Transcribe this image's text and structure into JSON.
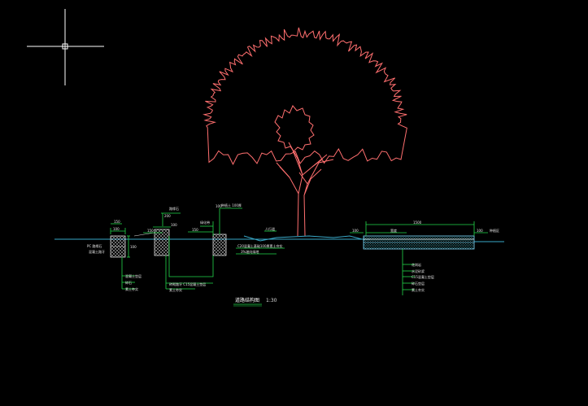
{
  "drawing": {
    "title": "道路结构图",
    "scale": "1:30"
  },
  "colors": {
    "background": "#000000",
    "crosshair": "#ffffff",
    "tree": "#ff6f6f",
    "ground_line": "#39a8c8",
    "dimension": "#22d84a",
    "leader": "#22d84a",
    "hatch_blue": "#41c9d6",
    "hatch_white": "#d9d9d9",
    "paving": "#7fdcff"
  },
  "cursor": {
    "icon": "crosshair-cursor-icon"
  },
  "dimensions": {
    "curb_left_top": "150",
    "curb_left_width": "100",
    "curb_left_height": "100",
    "edge_mid_top": "200",
    "edge_mid_a": "150",
    "edge_mid_b": "100",
    "edge_right_top": "100",
    "edge_right_a": "150",
    "green_span": "宽度",
    "path_total": "1500",
    "path_left": "100",
    "path_right": "100"
  },
  "labels": {
    "left_curb": "PC 路缘石",
    "left_curb_sub": "混凝土路牙",
    "mid_top": "路缘石",
    "mid_top2": "绿化带",
    "right_top": "种植土 100厚",
    "center_note": "C20混凝土基础100厚素土夯实",
    "center_note2": "3%坡向绿地",
    "path_note": "人行道",
    "right_edge": "种植区",
    "below_mid1": "砖砌路牙 C15混凝土垫层",
    "below_mid2": "素土夯实",
    "left_stack": [
      "混凝土垫层",
      "碎石",
      "素土夯实"
    ],
    "right_stack": [
      "花岗岩",
      "水泥砂浆",
      "C15混凝土垫层",
      "碎石垫层",
      "素土夯实"
    ]
  }
}
